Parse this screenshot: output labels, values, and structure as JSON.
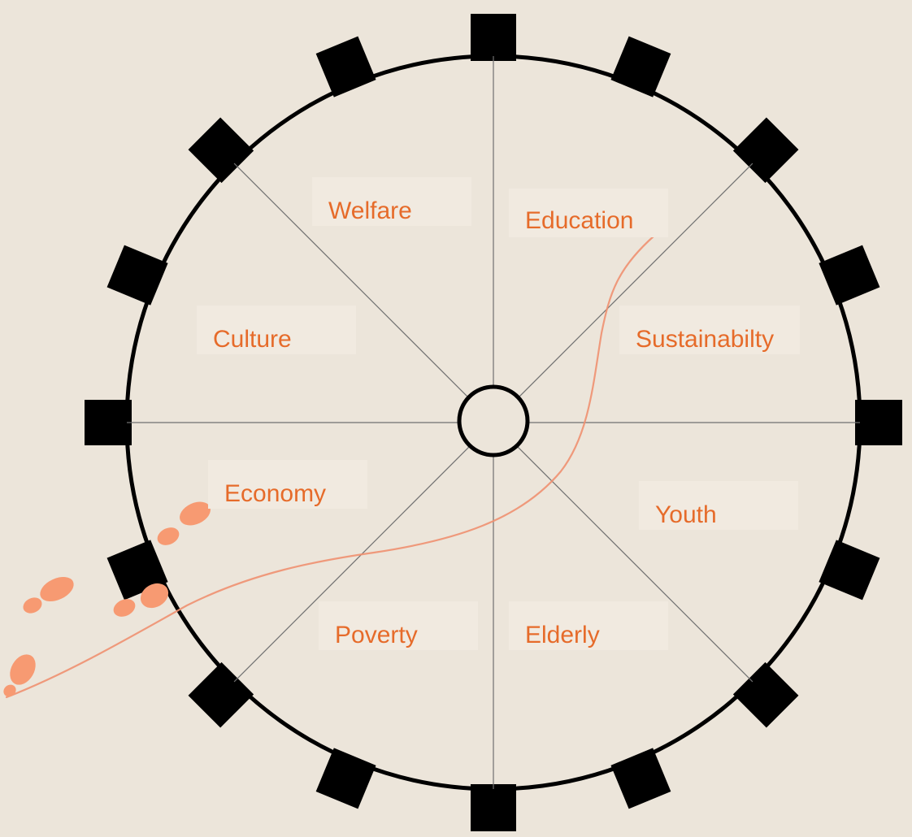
{
  "diagram": {
    "segments": [
      {
        "id": "welfare",
        "label": "Welfare"
      },
      {
        "id": "education",
        "label": "Education"
      },
      {
        "id": "culture",
        "label": "Culture"
      },
      {
        "id": "sustainability",
        "label": "Sustainabilty"
      },
      {
        "id": "economy",
        "label": "Economy"
      },
      {
        "id": "youth",
        "label": "Youth"
      },
      {
        "id": "poverty",
        "label": "Poverty"
      },
      {
        "id": "elderly",
        "label": "Elderly"
      }
    ]
  },
  "colors": {
    "background": "#ece5da",
    "label_text": "#e66b2a",
    "label_box": "#f1eae0",
    "gear": "#000000",
    "divider": "#707070",
    "path_line": "#ef9070",
    "footprints": "#f79a72"
  },
  "icons": [
    "gear-icon",
    "footprints-icon"
  ]
}
